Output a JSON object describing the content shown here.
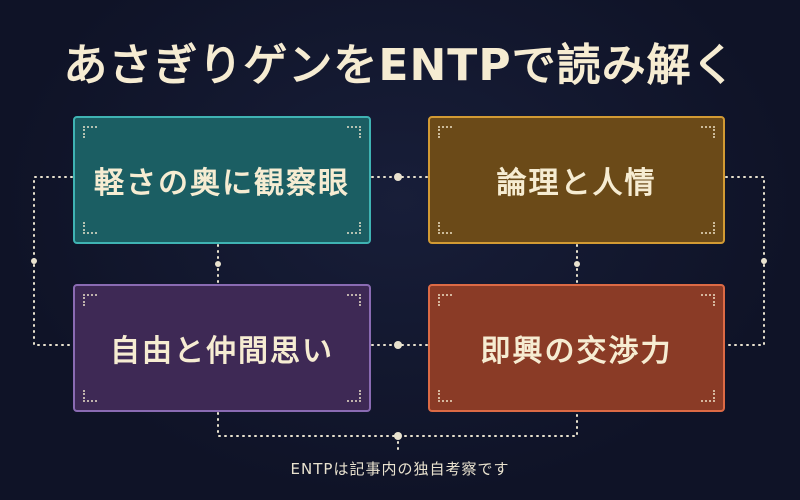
{
  "title": "あさぎりゲンをENTPで読み解く",
  "cards": [
    {
      "label": "軽さの奥に観察眼",
      "fill": "#1b5e63",
      "border": "#3fb3b3"
    },
    {
      "label": "論理と人情",
      "fill": "#6b4a18",
      "border": "#d29a33"
    },
    {
      "label": "自由と仲間思い",
      "fill": "#3e2955",
      "border": "#8a6bb3"
    },
    {
      "label": "即興の交渉力",
      "fill": "#8a3b26",
      "border": "#dc6a45"
    }
  ],
  "footnote": "ENTPは記事内の独自考察です",
  "colors": {
    "background": "#0f1327",
    "text": "#f6ecd2",
    "connector": "#e9e2cf"
  }
}
